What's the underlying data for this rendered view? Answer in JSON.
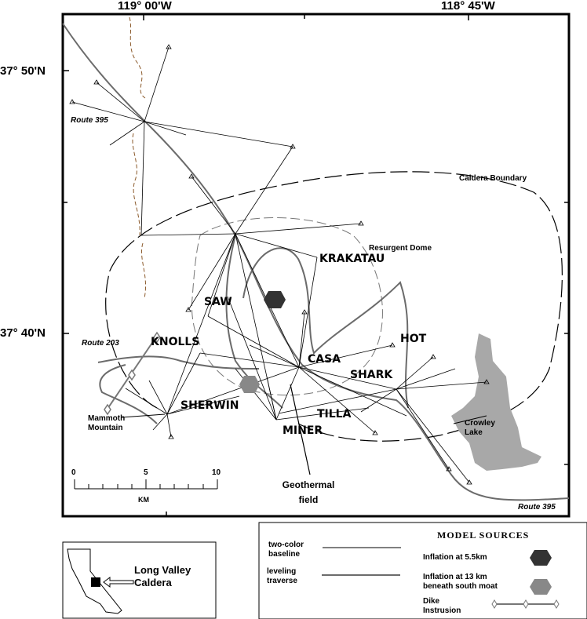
{
  "axes": {
    "lon_left": "119° 00'W",
    "lon_right": "118° 45'W",
    "lat_top": "37° 50'N",
    "lat_bottom": "37° 40'N"
  },
  "map_labels": {
    "route_395_north": "Route 395",
    "route_395_south": "Route 395",
    "route_203": "Route 203",
    "caldera_boundary": "Caldera Boundary",
    "resurgent_dome": "Resurgent Dome",
    "mammoth_mountain": [
      "Mammoth",
      "Mountain"
    ],
    "crowley_lake": [
      "Crowley",
      "Lake"
    ],
    "geothermal_field": [
      "Geothermal",
      "field"
    ]
  },
  "stations": [
    "KRAKATAU",
    "SAW",
    "KNOLLS",
    "CASA",
    "HOT",
    "SHARK",
    "SHERWIN",
    "TILLA",
    "MINER"
  ],
  "scale_bar": {
    "ticks": [
      "0",
      "5",
      "10"
    ],
    "unit": "KM"
  },
  "inset": {
    "label": [
      "Long Valley",
      "Caldera"
    ]
  },
  "legend": {
    "two_color": [
      "two-color",
      "baseline"
    ],
    "leveling": [
      "leveling",
      "traverse"
    ],
    "title": "MODEL SOURCES",
    "source_shallow": "Inflation at 5.5km",
    "source_deep": [
      "Inflation at 13 km",
      "beneath south moat"
    ],
    "dike": [
      "Dike",
      "Instrusion"
    ]
  },
  "colors": {
    "road": "#6b6b6b",
    "lake": "#a8a8a8",
    "shallow": "#333333",
    "deep": "#888888",
    "contour": "#8b5a2b"
  }
}
